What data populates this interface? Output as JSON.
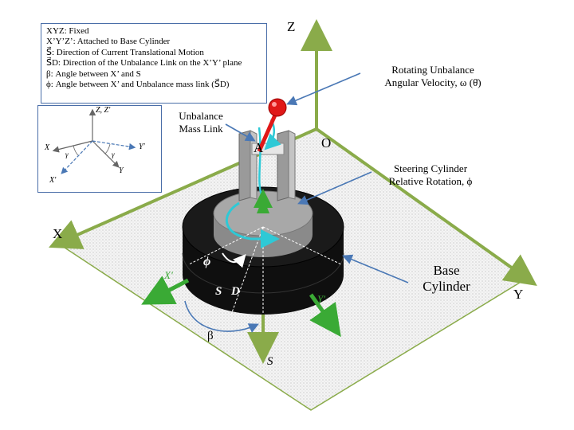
{
  "legend": {
    "lines": [
      "XYZ: Fixed",
      "X’Y’Z’: Attached to Base Cylinder",
      "S⃗: Direction of Current Translational Motion",
      "S⃗D: Direction of the Unbalance Link on the X’Y’ plane",
      "β: Angle between X’ and S",
      "ϕ: Angle between X’ and Unbalance mass link (S⃗D)"
    ]
  },
  "inset": {
    "z_label": "Z, Z′",
    "x_label": "X",
    "x_prime_label": "X′",
    "y_label": "Y",
    "y_prime_label": "Y′",
    "gamma1": "γ",
    "gamma2": "γ"
  },
  "axes": {
    "x": "X",
    "y": "Y",
    "z": "Z",
    "origin": "O"
  },
  "labels": {
    "point_a": "A",
    "rotating_line1": "Rotating Unbalance",
    "rotating_line2": "Angular Velocity, ω (θ̇)",
    "unbalance_line1": "Unbalance",
    "unbalance_line2": "Mass Link",
    "steering_line1": "Steering Cylinder",
    "steering_line2": "Relative Rotation, ϕ",
    "base_line1": "Base",
    "base_line2": "Cylinder",
    "phi": "ϕ",
    "sd": "S⃗D",
    "beta": "β",
    "s": "S⃗",
    "x_prime": "X′",
    "y_prime": "Y′"
  },
  "colors": {
    "axis_green": "#8aab4a",
    "local_green": "#3aaa35",
    "callout_blue": "#4a78b5",
    "cyan": "#2ec9d6",
    "mass_red": "#e01818"
  }
}
